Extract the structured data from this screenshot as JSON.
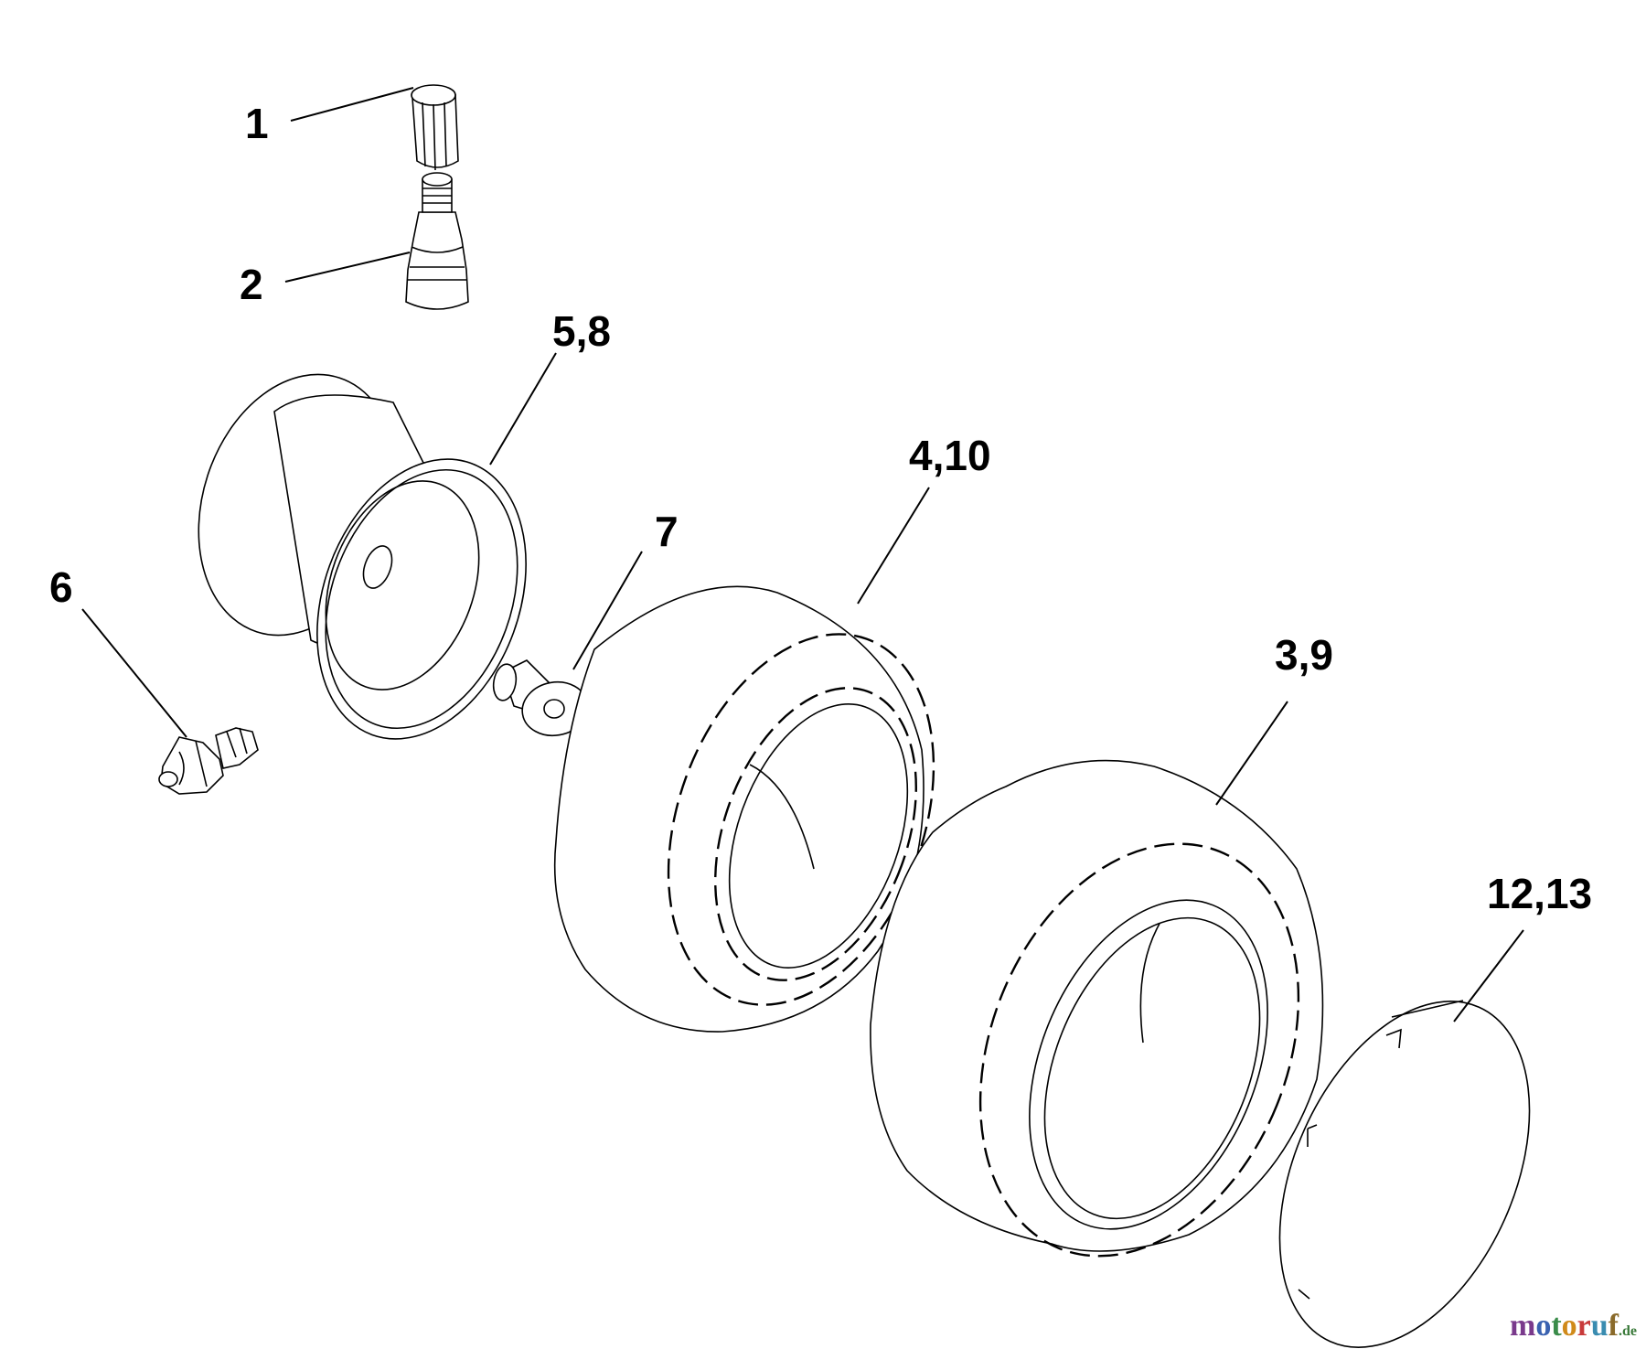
{
  "callouts": [
    "1",
    "2",
    "5,8",
    "6",
    "7",
    "4,10",
    "3,9",
    "12,13"
  ],
  "watermark": {
    "text": "motoruf",
    "suffix": ".de",
    "letter_colors": [
      "#7a3a8c",
      "#3a62b0",
      "#3a8c4a",
      "#d08a1a",
      "#c83a3a",
      "#3a8cb0",
      "#8a6a2a"
    ]
  }
}
